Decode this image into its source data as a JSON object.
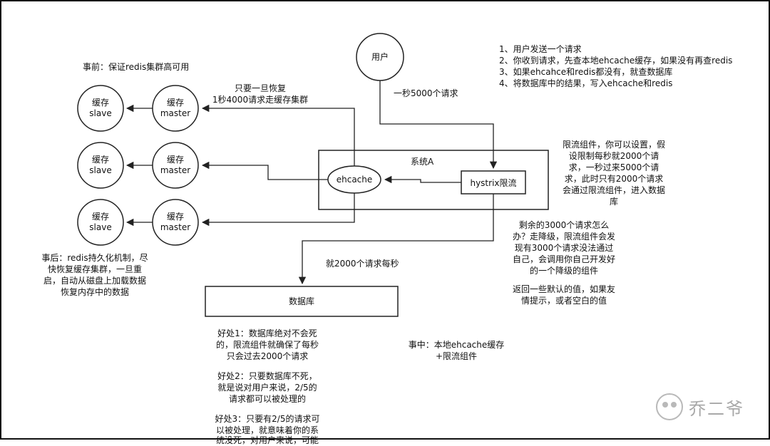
{
  "labels": {
    "pre_title": "事前：保证redis集群高可用",
    "recover_note": [
      "只要一旦恢复",
      "1秒4000请求走缓存集群"
    ],
    "post_note": [
      "事后：redis持久化机制，尽",
      "快恢复缓存集群，一旦重",
      "启，自动从磁盘上加载数据",
      "恢复内存中的数据"
    ],
    "user": "用户",
    "flow_5000": "一秒5000个请求",
    "steps": [
      "1、用户发送一个请求",
      "2、你收到请求，先查本地ehcache缓存，如果没有再查redis",
      "3、如果ehcahce和redis都没有，就查数据库",
      "4、将数据库中的结果，写入ehcache和redis"
    ],
    "system": "系统A",
    "ehcache": "ehcache",
    "hystrix": "hystrix限流",
    "limiter_note": [
      "限流组件，你可以设置，假",
      "设限制每秒就2000个请",
      "求，一秒过来5000个请",
      "求，此时只有2000个请求",
      "会通过限流组件，进入数据",
      "库"
    ],
    "downgrade_note": [
      "剩余的3000个请求怎么",
      "办？走降级，限流组件会发",
      "现有3000个请求没法通过",
      "自己，会调用你自己开发好",
      "的一个降级的组件"
    ],
    "default_note": [
      "返回一些默认的值，如果友",
      "情提示，或者空白的值"
    ],
    "flow_2000": "就2000个请求每秒",
    "database": "数据库",
    "benefit1": [
      "好处1：数据库绝对不会死",
      "的，限流组件就确保了每秒",
      "只会过去2000个请求"
    ],
    "benefit2": [
      "好处2：只要数据库不死，",
      "就是说对用户来说，2/5的",
      "请求都可以被处理的"
    ],
    "benefit3": [
      "好处3：只要有2/5的请求可",
      "以被处理，就意味着你的系",
      "统没死，对用户来说，可能"
    ],
    "mid_note": [
      "事中：本地ehcache缓存",
      "+限流组件"
    ],
    "cache_nodes": [
      {
        "slave_l1": "缓存",
        "slave_l2": "slave",
        "master_l1": "缓存",
        "master_l2": "master"
      },
      {
        "slave_l1": "缓存",
        "slave_l2": "slave",
        "master_l1": "缓存",
        "master_l2": "master"
      },
      {
        "slave_l1": "缓存",
        "slave_l2": "slave",
        "master_l1": "缓存",
        "master_l2": "master"
      }
    ],
    "watermark": "乔二爷"
  },
  "icons": {
    "watermark_logo": "wechat-icon"
  }
}
